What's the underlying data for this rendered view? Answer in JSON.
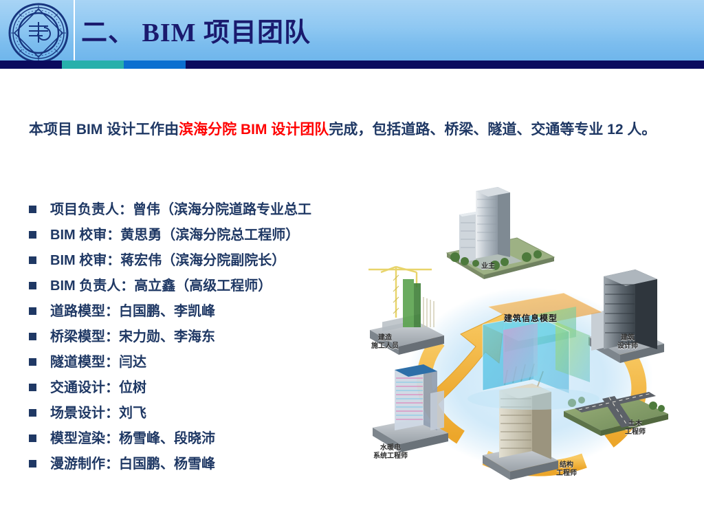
{
  "header": {
    "title": "二、  BIM 项目团队",
    "logo_icon": "institutional-seal-icon",
    "colors": {
      "gradient_top": "#a8d4f5",
      "gradient_bottom": "#6fb6ec",
      "title": "#1a1a6e",
      "bar_navy": "#0b0b5e",
      "bar_teal": "#27b0ab",
      "bar_blue": "#0b6fd0"
    }
  },
  "body": {
    "paragraph": {
      "part1": "本项目 BIM 设计工作由",
      "highlight": "滨海分院 BIM 设计团队",
      "part2": "完成，包括道路、桥梁、隧道、交通等专业 12 人。",
      "text_color": "#1f3864",
      "highlight_color": "#ff0000"
    },
    "bullets": [
      {
        "label": "项目负责人：曾伟（滨海分院道路专业总工"
      },
      {
        "label": "BIM 校审：黄思勇（滨海分院总工程师）"
      },
      {
        "label": "BIM 校审：蒋宏伟（滨海分院副院长）"
      },
      {
        "label": "BIM 负责人：高立鑫（高级工程师）"
      },
      {
        "label": "道路模型：白国鹏、李凯峰"
      },
      {
        "label": "桥梁模型：宋力勋、李海东"
      },
      {
        "label": "隧道模型：闫达"
      },
      {
        "label": "交通设计：位树"
      },
      {
        "label": "场景设计：刘飞"
      },
      {
        "label": "模型渲染：杨雪峰、段晓沛"
      },
      {
        "label": "漫游制作：白国鹏、杨雪峰"
      }
    ]
  },
  "diagram": {
    "name": "bim-lifecycle-diagram",
    "center_label": "建筑信息模型",
    "nodes": [
      {
        "id": "owner",
        "label": "业主"
      },
      {
        "id": "builder",
        "label": "建造\n施工人员"
      },
      {
        "id": "mep",
        "label": "水暖电\n系统工程师"
      },
      {
        "id": "structural",
        "label": "结构\n工程师"
      },
      {
        "id": "civil",
        "label": "土木\n工程师"
      },
      {
        "id": "architect",
        "label": "建筑\n设计师"
      }
    ],
    "colors": {
      "arrow": "#f5b63c",
      "halo": "#cfe8f7",
      "cube_cyan": "#4fc4e8",
      "cube_green": "#8fd44a",
      "cube_orange": "#f2a93b",
      "cube_magenta": "#d97fc4"
    }
  }
}
